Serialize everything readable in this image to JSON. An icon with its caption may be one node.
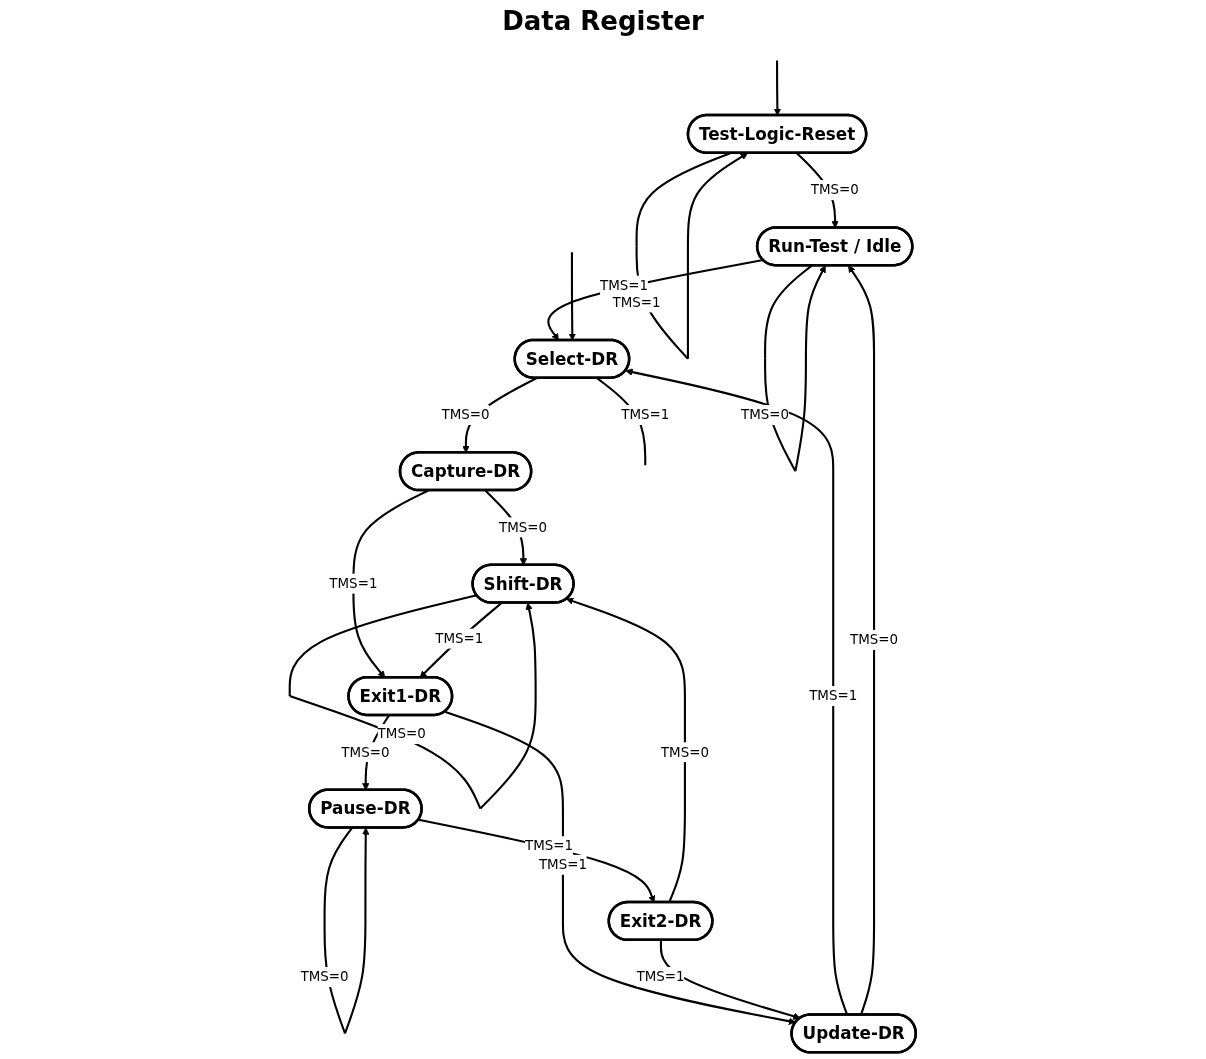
{
  "diagram": {
    "nodes": [
      {
        "text": [
          "Test-Logic-Reset"
        ]
      },
      {
        "text": [
          "Run-Test / Idle"
        ]
      },
      {
        "text": [
          "Select-DR"
        ]
      },
      {
        "text": [
          "Capture-DR"
        ]
      },
      {
        "text": [
          "Shift-DR"
        ]
      },
      {
        "text": [
          "Exit1-DR"
        ]
      },
      {
        "text": [
          "Pause-DR"
        ]
      },
      {
        "text": [
          "Exit2-DR"
        ]
      },
      {
        "text": [
          "Update-DR"
        ]
      }
    ],
    "edges": [
      {
        "from": 0,
        "to": 0,
        "arrow": "to",
        "label": "TMS=1"
      },
      {
        "from": 0,
        "to": 1,
        "arrow": "to",
        "label": "TMS=0"
      },
      {
        "from": 1,
        "to": 1,
        "arrow": "to",
        "label": "TMS=0"
      },
      {
        "from": 1,
        "to": 2,
        "arrow": "to",
        "label": "TMS=1"
      },
      {
        "from": 2,
        "to": null,
        "arrow": "none",
        "label": "TMS=1"
      },
      {
        "from": null,
        "to": 0,
        "arrow": "to"
      },
      {
        "from": 2,
        "to": 3,
        "arrow": "to",
        "label": "TMS=0"
      },
      {
        "from": 3,
        "to": 4,
        "arrow": "to",
        "label": "TMS=0"
      },
      {
        "from": 3,
        "to": 5,
        "arrow": "to",
        "label": "TMS=1"
      },
      {
        "from": 4,
        "to": 4,
        "arrow": "to",
        "label": "TMS=0"
      },
      {
        "from": 4,
        "to": 5,
        "arrow": "to",
        "label": "TMS=1"
      },
      {
        "from": 5,
        "to": 6,
        "arrow": "to",
        "label": "TMS=0"
      },
      {
        "from": 5,
        "to": 8,
        "arrow": "to",
        "label": "TMS=1"
      },
      {
        "from": 6,
        "to": 6,
        "arrow": "to",
        "label": "TMS=0"
      },
      {
        "from": 6,
        "to": 7,
        "arrow": "to",
        "label": "TMS=1"
      },
      {
        "from": 7,
        "to": 4,
        "arrow": "to",
        "label": "TMS=0"
      },
      {
        "from": 7,
        "to": 8,
        "arrow": "to",
        "label": "TMS=1"
      },
      {
        "from": 8,
        "to": 2,
        "arrow": "to",
        "label": "TMS=1"
      },
      {
        "from": 8,
        "to": 1,
        "arrow": "to",
        "label": "TMS=0"
      },
      {
        "from": null,
        "to": 2,
        "arrow": "to"
      }
    ],
    "labels": [
      "Data Register"
    ]
  }
}
